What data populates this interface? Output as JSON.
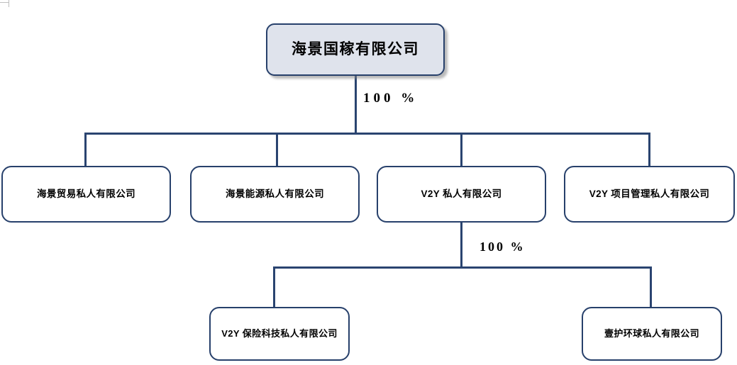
{
  "chart_data": {
    "type": "diagram",
    "title": "",
    "diagram_kind": "organization-chart",
    "levels": 3,
    "nodes": [
      {
        "id": "root",
        "label": "海景国稼有限公司",
        "level": 1,
        "fill": "#dfe3ec",
        "parent": null
      },
      {
        "id": "sub1",
        "label": "海景贸易私人有限公司",
        "level": 2,
        "fill": "#ffffff",
        "parent": "root"
      },
      {
        "id": "sub2",
        "label": "海景能源私人有限公司",
        "level": 2,
        "fill": "#ffffff",
        "parent": "root"
      },
      {
        "id": "sub3",
        "label": "V2Y 私人有限公司",
        "level": 2,
        "fill": "#ffffff",
        "parent": "root"
      },
      {
        "id": "sub4",
        "label": "V2Y 项目管理私人有限公司",
        "level": 2,
        "fill": "#ffffff",
        "parent": "root"
      },
      {
        "id": "sub5",
        "label": "V2Y 保险科技私人有限公司",
        "level": 3,
        "fill": "#ffffff",
        "parent": "sub3"
      },
      {
        "id": "sub6",
        "label": "壹护环球私人有限公司",
        "level": 3,
        "fill": "#ffffff",
        "parent": "sub3"
      }
    ],
    "edge_labels": [
      {
        "id": "pct-root",
        "text": "100 %",
        "from": "root",
        "to": "level-2-group"
      },
      {
        "id": "pct-v2y",
        "text": "100 %",
        "from": "sub3",
        "to": "level-3-group"
      }
    ]
  },
  "colors": {
    "border": "#27406b",
    "connector": "#2a4470",
    "root_fill": "#dfe3ec",
    "node_fill": "#ffffff",
    "text": "#000000"
  },
  "root": {
    "label": "海景国稼有限公司"
  },
  "level2": {
    "nodes": [
      {
        "label": "海景贸易私人有限公司"
      },
      {
        "label": "海景能源私人有限公司"
      },
      {
        "label": "V2Y 私人有限公司"
      },
      {
        "label": "V2Y 项目管理私人有限公司"
      }
    ]
  },
  "level3": {
    "nodes": [
      {
        "label": "V2Y 保险科技私人有限公司"
      },
      {
        "label": "壹护环球私人有限公司"
      }
    ]
  },
  "labels": {
    "pct_root": "100 %",
    "pct_v2y": "100 %"
  }
}
